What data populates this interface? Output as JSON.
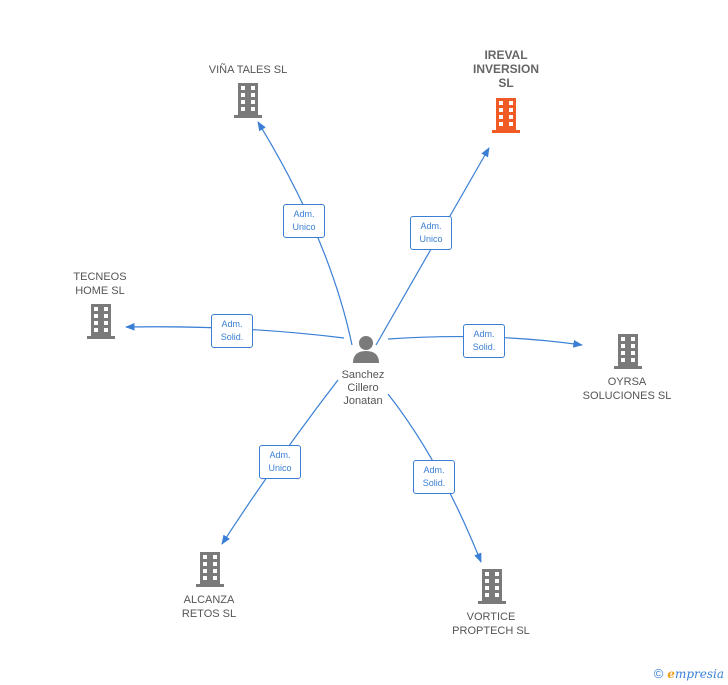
{
  "colors": {
    "edge": "#3a7fd5",
    "building": "#7a7a7a",
    "building_highlight": "#f05a24",
    "person": "#7a7a7a"
  },
  "person": {
    "name": "Sanchez\nCillero\nJonatan",
    "icon": "person-icon"
  },
  "companies": [
    {
      "id": "vina-tales",
      "name": "VIÑA TALES  SL",
      "highlight": false,
      "icon": "building-icon"
    },
    {
      "id": "ireval",
      "name": "IREVAL\nINVERSION\nSL",
      "highlight": true,
      "icon": "building-icon"
    },
    {
      "id": "tecneos",
      "name": "TECNEOS\nHOME  SL",
      "highlight": false,
      "icon": "building-icon"
    },
    {
      "id": "oyrsa",
      "name": "OYRSA\nSOLUCIONES SL",
      "highlight": false,
      "icon": "building-icon"
    },
    {
      "id": "alcanza",
      "name": "ALCANZA\nRETOS SL",
      "highlight": false,
      "icon": "building-icon"
    },
    {
      "id": "vortice",
      "name": "VORTICE\nPROPTECH  SL",
      "highlight": false,
      "icon": "building-icon"
    }
  ],
  "relations": [
    {
      "to": "vina-tales",
      "label": "Adm.\nUnico"
    },
    {
      "to": "ireval",
      "label": "Adm.\nUnico"
    },
    {
      "to": "tecneos",
      "label": "Adm.\nSolid."
    },
    {
      "to": "oyrsa",
      "label": "Adm.\nSolid."
    },
    {
      "to": "alcanza",
      "label": "Adm.\nUnico"
    },
    {
      "to": "vortice",
      "label": "Adm.\nSolid."
    }
  ],
  "footer": {
    "copyright": "©",
    "brand_initial": "e",
    "brand_rest": "mpresia"
  }
}
